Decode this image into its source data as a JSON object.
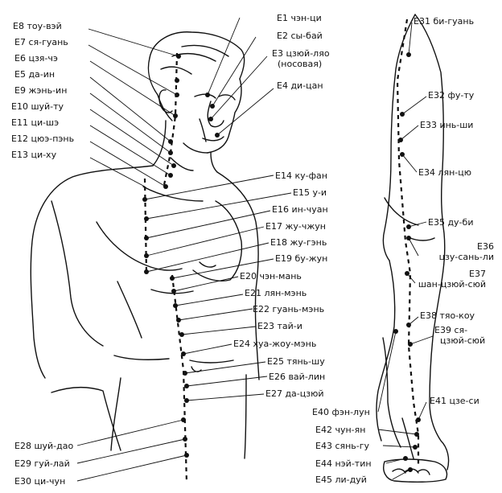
{
  "points": [
    {
      "code": "E1",
      "name": "чэн-ци"
    },
    {
      "code": "E2",
      "name": "сы-бай"
    },
    {
      "code": "E3",
      "name": "цзюй-ляо",
      "note": "(носовая)"
    },
    {
      "code": "E4",
      "name": "ди-цан"
    },
    {
      "code": "E5",
      "name": "да-ин"
    },
    {
      "code": "E6",
      "name": "цзя-чэ"
    },
    {
      "code": "E7",
      "name": "ся-гуань"
    },
    {
      "code": "E8",
      "name": "тоу-вэй"
    },
    {
      "code": "E9",
      "name": "жэнь-ин"
    },
    {
      "code": "E10",
      "name": "шуй-ту"
    },
    {
      "code": "E11",
      "name": "ци-шэ"
    },
    {
      "code": "E12",
      "name": "цюэ-пэнь"
    },
    {
      "code": "E13",
      "name": "ци-ху"
    },
    {
      "code": "E14",
      "name": "ку-фан"
    },
    {
      "code": "E15",
      "name": "у-и"
    },
    {
      "code": "E16",
      "name": "ин-чуан"
    },
    {
      "code": "E17",
      "name": "жу-чжун"
    },
    {
      "code": "E18",
      "name": "жу-гэнь"
    },
    {
      "code": "E19",
      "name": "бу-жун"
    },
    {
      "code": "E20",
      "name": "чэн-мань"
    },
    {
      "code": "E21",
      "name": "лян-мэнь"
    },
    {
      "code": "E22",
      "name": "гуань-мэнь"
    },
    {
      "code": "E23",
      "name": "тай-и"
    },
    {
      "code": "E24",
      "name": "хуа-жоу-мэнь"
    },
    {
      "code": "E25",
      "name": "тянь-шу"
    },
    {
      "code": "E26",
      "name": "вай-лин"
    },
    {
      "code": "E27",
      "name": "да-цзюй"
    },
    {
      "code": "E28",
      "name": "шуй-дао"
    },
    {
      "code": "E29",
      "name": "гуй-лай"
    },
    {
      "code": "E30",
      "name": "ци-чун"
    },
    {
      "code": "E31",
      "name": "би-гуань"
    },
    {
      "code": "E32",
      "name": "фу-ту"
    },
    {
      "code": "E33",
      "name": "инь-ши"
    },
    {
      "code": "E34",
      "name": "лян-цю"
    },
    {
      "code": "E35",
      "name": "ду-би"
    },
    {
      "code": "E36",
      "name": "цзу-сань-ли"
    },
    {
      "code": "E37",
      "name": "шан-цзюй-сюй"
    },
    {
      "code": "E38",
      "name": "тяо-коу"
    },
    {
      "code": "E39",
      "name": "ся-цзюй-сюй",
      "wrap": [
        "ся-",
        "цзюй-сюй"
      ]
    },
    {
      "code": "E40",
      "name": "фэн-лун"
    },
    {
      "code": "E41",
      "name": "цзе-си"
    },
    {
      "code": "E42",
      "name": "чун-ян"
    },
    {
      "code": "E43",
      "name": "сянь-гу"
    },
    {
      "code": "E44",
      "name": "нэй-тин"
    },
    {
      "code": "E45",
      "name": "ли-дуй"
    }
  ]
}
